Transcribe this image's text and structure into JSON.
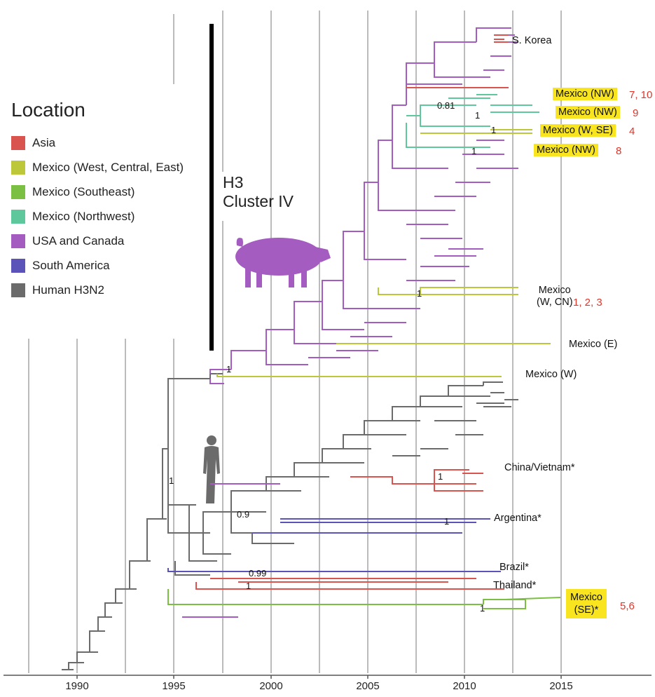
{
  "legend": {
    "title": "Location",
    "items": [
      {
        "label": "Asia",
        "color": "#d9534f"
      },
      {
        "label": "Mexico (West, Central, East)",
        "color": "#bcc83a"
      },
      {
        "label": "Mexico (Southeast)",
        "color": "#7bc043"
      },
      {
        "label": "Mexico (Northwest)",
        "color": "#5ec79b"
      },
      {
        "label": "USA and Canada",
        "color": "#a45cc1"
      },
      {
        "label": "South America",
        "color": "#5b53b8"
      },
      {
        "label": "Human H3N2",
        "color": "#6b6b6b"
      }
    ]
  },
  "cluster": {
    "line1": "H3",
    "line2": "Cluster IV"
  },
  "axis": {
    "ticks": [
      "1990",
      "1995",
      "2000",
      "2005",
      "2010",
      "2015"
    ]
  },
  "regions": {
    "s_korea": "S. Korea",
    "mexico_w_cn_1": "Mexico",
    "mexico_w_cn_2": "(W, CN)",
    "mexico_e": "Mexico (E)",
    "mexico_w": "Mexico (W)",
    "china_vietnam": "China/Vietnam*",
    "argentina": "Argentina*",
    "brazil": "Brazil*",
    "thailand": "Thailand*"
  },
  "highlight_boxes": {
    "nw1": "Mexico (NW)",
    "nw2": "Mexico (NW)",
    "wse": "Mexico (W, SE)",
    "nw3": "Mexico (NW)",
    "se_1": "Mexico",
    "se_2": "(SE)*"
  },
  "refs": {
    "r1": "7, 10",
    "r2": "9",
    "r3": "4",
    "r4": "8",
    "r5": "1, 2, 3",
    "r6": "5,6"
  },
  "node_support": {
    "n081": "0.81",
    "n1a": "1",
    "n1b": "1",
    "n1c": "1",
    "n1d": "1",
    "n1e": "1",
    "n1root": "1",
    "n1f": "1",
    "n09": "0.9",
    "n1g": "1",
    "n099": "0.99",
    "n1h": "1",
    "n1i": "1"
  }
}
